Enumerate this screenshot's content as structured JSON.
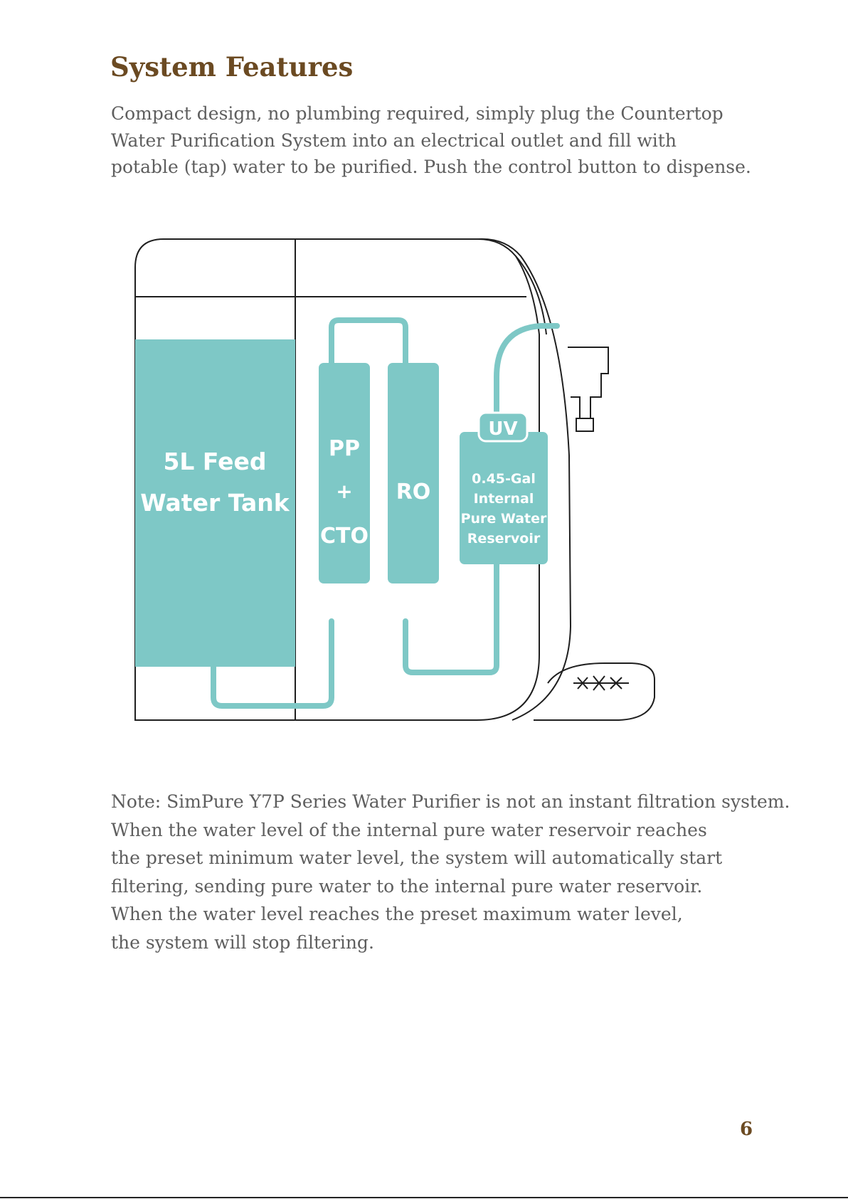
{
  "title": "System Features",
  "intro": [
    "Compact design, no plumbing required, simply plug the Countertop",
    "Water Purification System into an electrical outlet and fill with",
    "potable (tap) water to be purified. Push the control button to dispense."
  ],
  "diagram": {
    "tank_line1": "5L Feed",
    "tank_line2": "Water Tank",
    "pp": "PP",
    "plus": "+",
    "cto": "CTO",
    "ro": "RO",
    "uv": "UV",
    "reservoir_line1": "0.45-Gal",
    "reservoir_line2": "Internal",
    "reservoir_line3": "Pure Water",
    "reservoir_line4": "Reservoir",
    "accent_color": "#7ec8c6"
  },
  "note": [
    "Note: SimPure Y7P Series Water Purifier is not an instant filtration system.",
    "When the water level of the internal pure water reservoir reaches",
    "the preset minimum water level, the system will automatically start",
    "filtering, sending pure water to the internal pure water reservoir.",
    "When the water level reaches the preset maximum water level,",
    "the system will stop filtering."
  ],
  "page_number": "6"
}
